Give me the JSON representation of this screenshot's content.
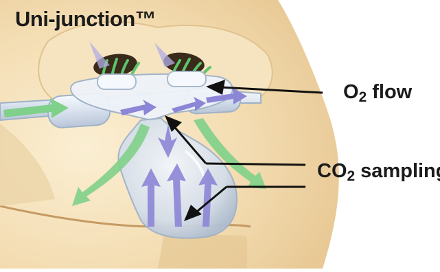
{
  "title": "Uni-junction™",
  "labels": {
    "o2_prefix": "O",
    "o2_sub": "2",
    "o2_suffix": " flow",
    "co2_prefix": "CO",
    "co2_sub": "2",
    "co2_suffix": " sampling"
  },
  "colors": {
    "skin": "#f4ddb4",
    "skin_shadow": "#e2c48f",
    "device": "#dfe8f2",
    "o2_arrow": "#7fd08a",
    "co2_arrow": "#8c86d6",
    "pointer": "#111111"
  }
}
